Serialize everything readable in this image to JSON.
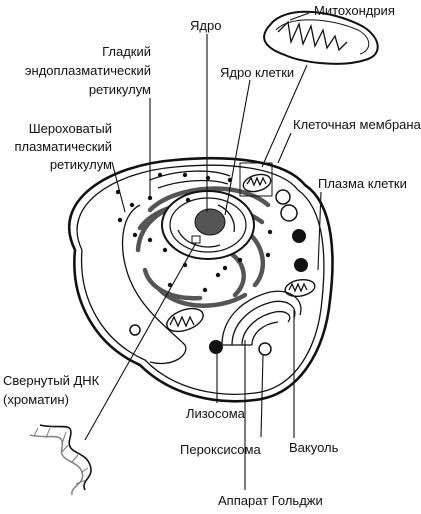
{
  "labels": {
    "mitochondria": "Митохондрия",
    "nucleus": "Ядро",
    "nucleolus": "Ядро клетки",
    "smooth_er": [
      "Гладкий",
      "эндоплазматический",
      "ретикулум"
    ],
    "rough_er": [
      "Шероховатый",
      "плазматический",
      "ретикулум"
    ],
    "cell_membrane": "Клеточная мембрана",
    "cytoplasm": "Плазма клетки",
    "dna": [
      "Свернутый ДНК",
      "(хроматин)"
    ],
    "lysosome": "Лизосома",
    "peroxisome": "Пероксисома",
    "vacuole": "Вакуоль",
    "golgi": "Аппарат Гольджи"
  },
  "colors": {
    "outline": "#111111",
    "organelle_grey": "#555555",
    "nucleolus_fill": "#555555",
    "background": "#ffffff"
  }
}
